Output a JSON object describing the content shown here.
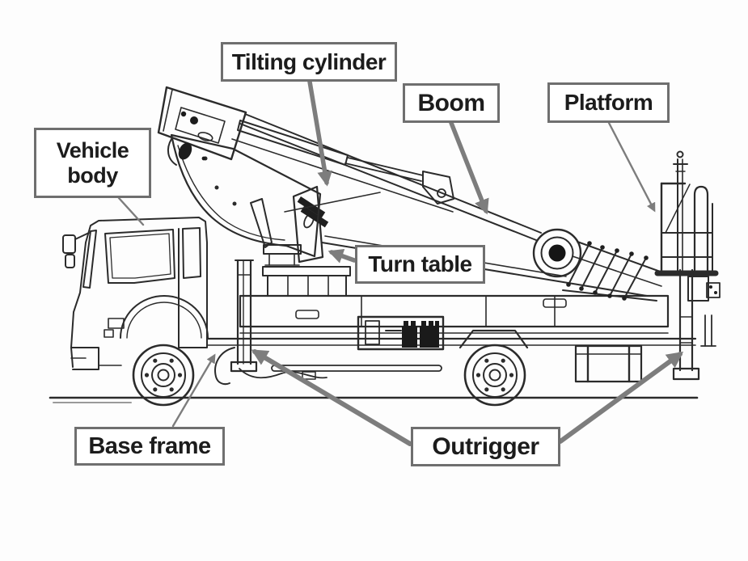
{
  "diagram": {
    "labels": {
      "tilting_cylinder": "Tilting cylinder",
      "boom": "Boom",
      "platform": "Platform",
      "vehicle_body_line1": "Vehicle",
      "vehicle_body_line2": "body",
      "turn_table": "Turn table",
      "base_frame": "Base frame",
      "outrigger": "Outrigger"
    },
    "colors": {
      "background": "#fdfdfd",
      "drawing_line": "#2b2b2b",
      "leader_arrow": "#7d7d7d",
      "label_border": "#6f6f6f",
      "label_text": "#1c1c1c"
    }
  }
}
